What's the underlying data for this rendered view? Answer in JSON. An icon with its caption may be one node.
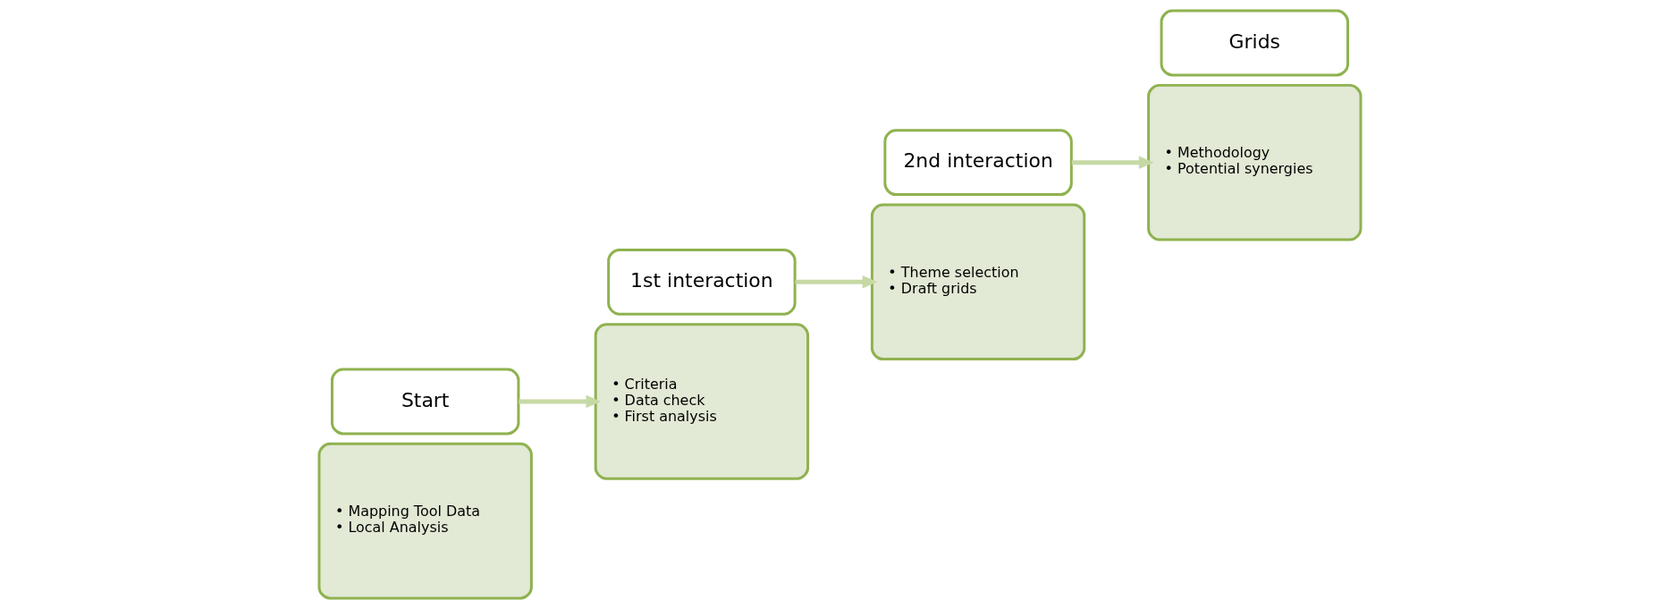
{
  "diagram": {
    "nodes": [
      {
        "text": [
          "• Mapping Tool Data",
          "• Local Analysis"
        ]
      },
      {
        "text": [
          "Start"
        ]
      },
      {
        "text": [
          "1st interaction"
        ]
      },
      {
        "text": [
          "• Criteria",
          "• Data check",
          "• First analysis"
        ]
      },
      {
        "text": [
          "• Theme selection",
          "• Draft grids"
        ]
      },
      {
        "text": [
          "2nd interaction"
        ]
      },
      {
        "text": [
          "Grids"
        ]
      },
      {
        "text": [
          "• Methodology",
          "• Potential synergies"
        ]
      }
    ],
    "edges": [
      {
        "from": 1,
        "to": 3,
        "arrow": "to"
      },
      {
        "from": 2,
        "to": 4,
        "arrow": "to"
      },
      {
        "from": 5,
        "to": 7,
        "arrow": "to"
      }
    ]
  }
}
